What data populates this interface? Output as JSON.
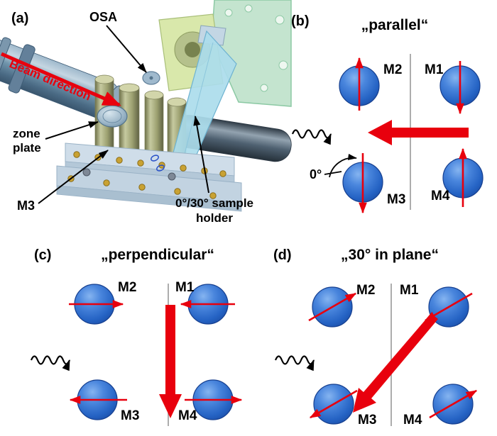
{
  "colors": {
    "arrow_red": "#e8000d",
    "magnet_blue": "#2e6fd0",
    "annotation_black": "#000000"
  },
  "panel_a": {
    "letter": "(a)",
    "labels": {
      "osa": "OSA",
      "beam_direction": "Beam direction",
      "zone_plate_line1": "zone",
      "zone_plate_line2": "plate",
      "m3": "M3",
      "sample_holder_line1": "0°/30° sample",
      "sample_holder_line2": "holder"
    }
  },
  "panel_b": {
    "letter": "(b)",
    "title": "„parallel“",
    "angle_label": "0°",
    "magnets": {
      "m2": "M2",
      "m1": "M1",
      "m3": "M3",
      "m4": "M4"
    },
    "moment_directions": {
      "m2": "up",
      "m1": "down",
      "m3": "down",
      "m4": "up"
    },
    "field_direction": "left"
  },
  "panel_c": {
    "letter": "(c)",
    "title": "„perpendicular“",
    "magnets": {
      "m2": "M2",
      "m1": "M1",
      "m3": "M3",
      "m4": "M4"
    },
    "moment_directions": {
      "m2": "right",
      "m1": "left",
      "m3": "left",
      "m4": "right"
    },
    "field_direction": "down"
  },
  "panel_d": {
    "letter": "(d)",
    "title": "„30° in plane“",
    "magnets": {
      "m2": "M2",
      "m1": "M1",
      "m3": "M3",
      "m4": "M4"
    },
    "moment_directions": {
      "m2": "up-right-30°",
      "m1": "down-left-30°",
      "m3": "down-left-30°",
      "m4": "up-right-30°"
    },
    "field_direction": "down-left-30°"
  }
}
